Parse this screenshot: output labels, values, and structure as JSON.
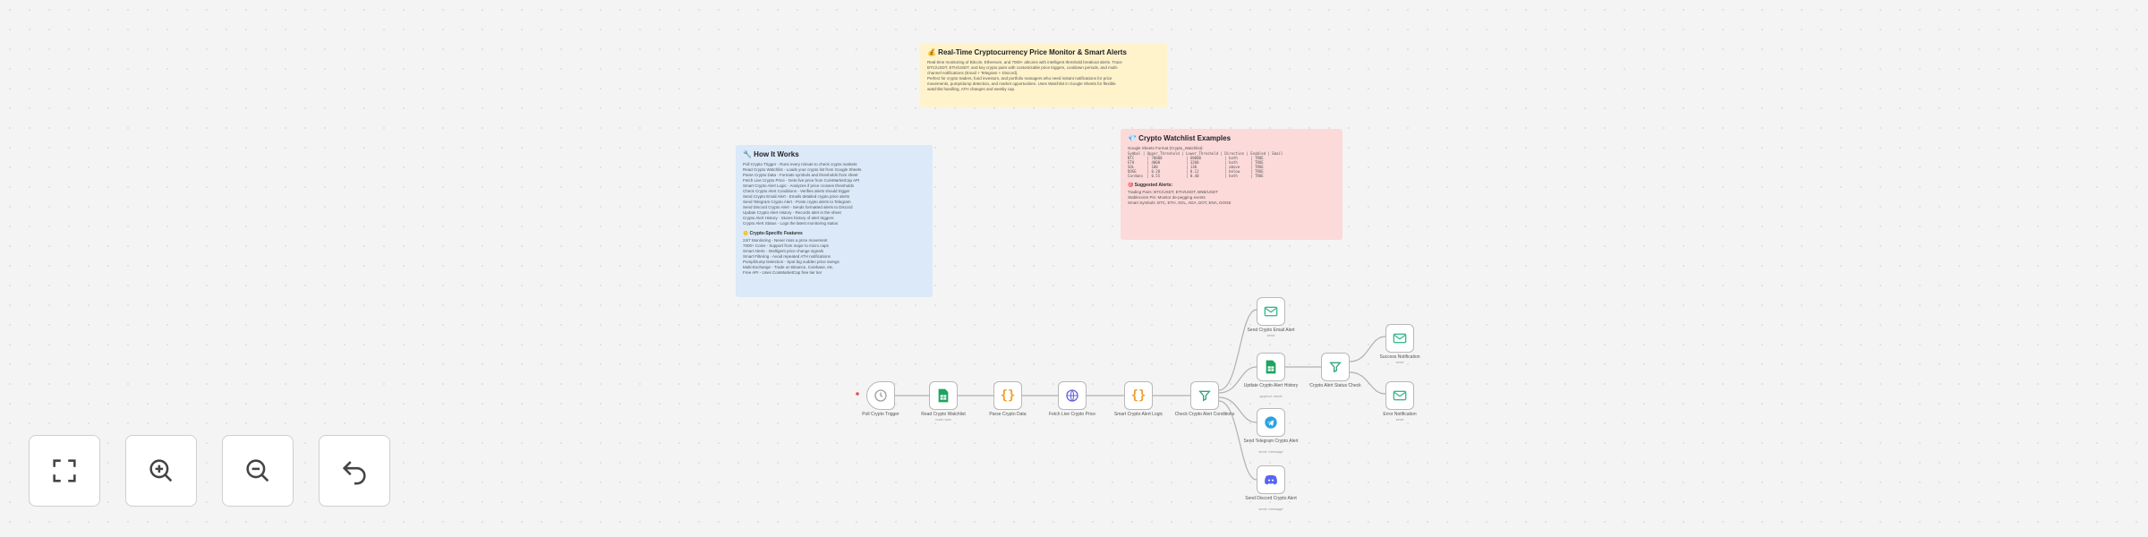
{
  "notes": {
    "main": {
      "title": "💰 Real-Time Cryptocurrency Price Monitor & Smart Alerts",
      "lines": [
        "Real-time monitoring of Bitcoin, Ethereum, and 7000+ altcoins with intelligent threshold breakout alerts. Trace",
        "BTC/USDT, ETH/USDT, and key crypto pairs with customizable price triggers, cooldown periods, and multi-",
        "channel notifications (Email + Telegram + Discord).",
        "Perfect for crypto traders, fund investors, and portfolio managers who need instant notifications for price",
        "movements, pump/dump detection, and market opportunities. Uses Watchlist in Google Sheets for flexible",
        "watchlist handling, ATH changes and weekly cap."
      ]
    },
    "how": {
      "title": "🔧 How It Works",
      "lines": [
        "Poll Crypto Trigger - Runs every minute to check crypto markets",
        "Read Crypto Watchlist - Loads your crypto list from Google Sheets",
        "Parse Crypto Data - Formats symbols and thresholds from sheet",
        "Fetch Live Crypto Price - Gets live price from CoinMarketCap API",
        "Smart Crypto Alert Logic - Analyzes if price crosses thresholds",
        "Check Crypto Alert Conditions - Verifies alerts should trigger",
        "Send Crypto Email Alert - Emails detailed crypto price alerts",
        "Send Telegram Crypto Alert - Posts crypto alerts to Telegram",
        "Send Discord Crypto Alert - Sends formatted alerts to Discord",
        "Update Crypto Alert History - Records alert in the sheet",
        "Crypto Alert History - Stores history of alert triggers",
        "Crypto Alert Status - Logs the latest monitoring status"
      ],
      "sub_title": "🪙 Crypto-Specific Features",
      "sub_lines": [
        "24/7 Monitoring - Never miss a price movement",
        "7000+ Coins - Support from major to micro caps",
        "Smart Alerts - Intelligent price change signals",
        "Smart Filtering - Avoid repeated ATH notifications",
        "Pump/Dump Detection - Spot big sudden price swings",
        "Multi-Exchange - Trade on Binance, Coinbase, etc.",
        "Free API - Uses CoinMarketCap free tier tier"
      ]
    },
    "watch": {
      "title": "💎 Crypto Watchlist Examples",
      "sub1": "Google Sheets Format (Crypto_Watchlist):",
      "table": "Symbol | Upper_Threshold | Lower_Threshold | Direction | Enabled | Email\nBTC      | 70000           | 60000           | both      | TRUE\nETH      | 4000            | 3200            | both      | TRUE\nSOL      | 180             | 130             | above     | TRUE\nDOGE     | 0.20            | 0.12            | below     | TRUE\nCardano  | 0.55            | 0.40            | both      | TRUE",
      "sub2": "🎯 Suggested Alerts:",
      "lines": [
        "Trading Pairs: BTC/USDT, ETH/USDT, BNB/USDT",
        "Stablecoins Pin: Monitor de-pegging events",
        "Smart Symbols: BTC, ETH, SOL, ADA, DOT, ENA, DOGE"
      ]
    }
  },
  "nodes": [
    {
      "id": "poll",
      "label": "Poll Crypto Trigger",
      "sub": "",
      "icon": "clock-icon",
      "color": "#9aa0a6"
    },
    {
      "id": "read",
      "label": "Read Crypto Watchlist",
      "sub": "read rows",
      "icon": "google-sheets-icon",
      "color": "#1ea362"
    },
    {
      "id": "parse",
      "label": "Parse Crypto Data",
      "sub": "",
      "icon": "code-braces-icon",
      "color": "#f0a030"
    },
    {
      "id": "fetch",
      "label": "Fetch Live Crypto Price",
      "sub": "",
      "icon": "globe-icon",
      "color": "#6464d8"
    },
    {
      "id": "logic",
      "label": "Smart Crypto Alert Logic",
      "sub": "",
      "icon": "code-braces-icon",
      "color": "#f0a030"
    },
    {
      "id": "check",
      "label": "Check Crypto Alert Conditions",
      "sub": "",
      "icon": "filter-icon",
      "color": "#34a37a"
    },
    {
      "id": "email",
      "label": "Send Crypto Email Alert",
      "sub": "send",
      "icon": "email-icon",
      "color": "#3cb891"
    },
    {
      "id": "update",
      "label": "Update Crypto Alert History",
      "sub": "append: sheet",
      "icon": "google-sheets-icon",
      "color": "#1ea362"
    },
    {
      "id": "telegram",
      "label": "Send Telegram Crypto Alert",
      "sub": "send: message",
      "icon": "telegram-icon",
      "color": "#2aa3e0"
    },
    {
      "id": "discord",
      "label": "Send Discord Crypto Alert",
      "sub": "send: message",
      "icon": "discord-icon",
      "color": "#5865f2"
    },
    {
      "id": "status",
      "label": "Crypto Alert Status Check",
      "sub": "",
      "icon": "filter-icon",
      "color": "#34a37a"
    },
    {
      "id": "success",
      "label": "Success Notification",
      "sub": "send",
      "icon": "email-icon",
      "color": "#3cb891"
    },
    {
      "id": "error",
      "label": "Error Notification",
      "sub": "send",
      "icon": "email-icon",
      "color": "#3cb891"
    }
  ],
  "controls": [
    {
      "id": "fit-view",
      "icon": "fit-view-icon"
    },
    {
      "id": "zoom-in",
      "icon": "zoom-in-icon"
    },
    {
      "id": "zoom-out",
      "icon": "zoom-out-icon"
    },
    {
      "id": "undo",
      "icon": "undo-icon"
    }
  ]
}
